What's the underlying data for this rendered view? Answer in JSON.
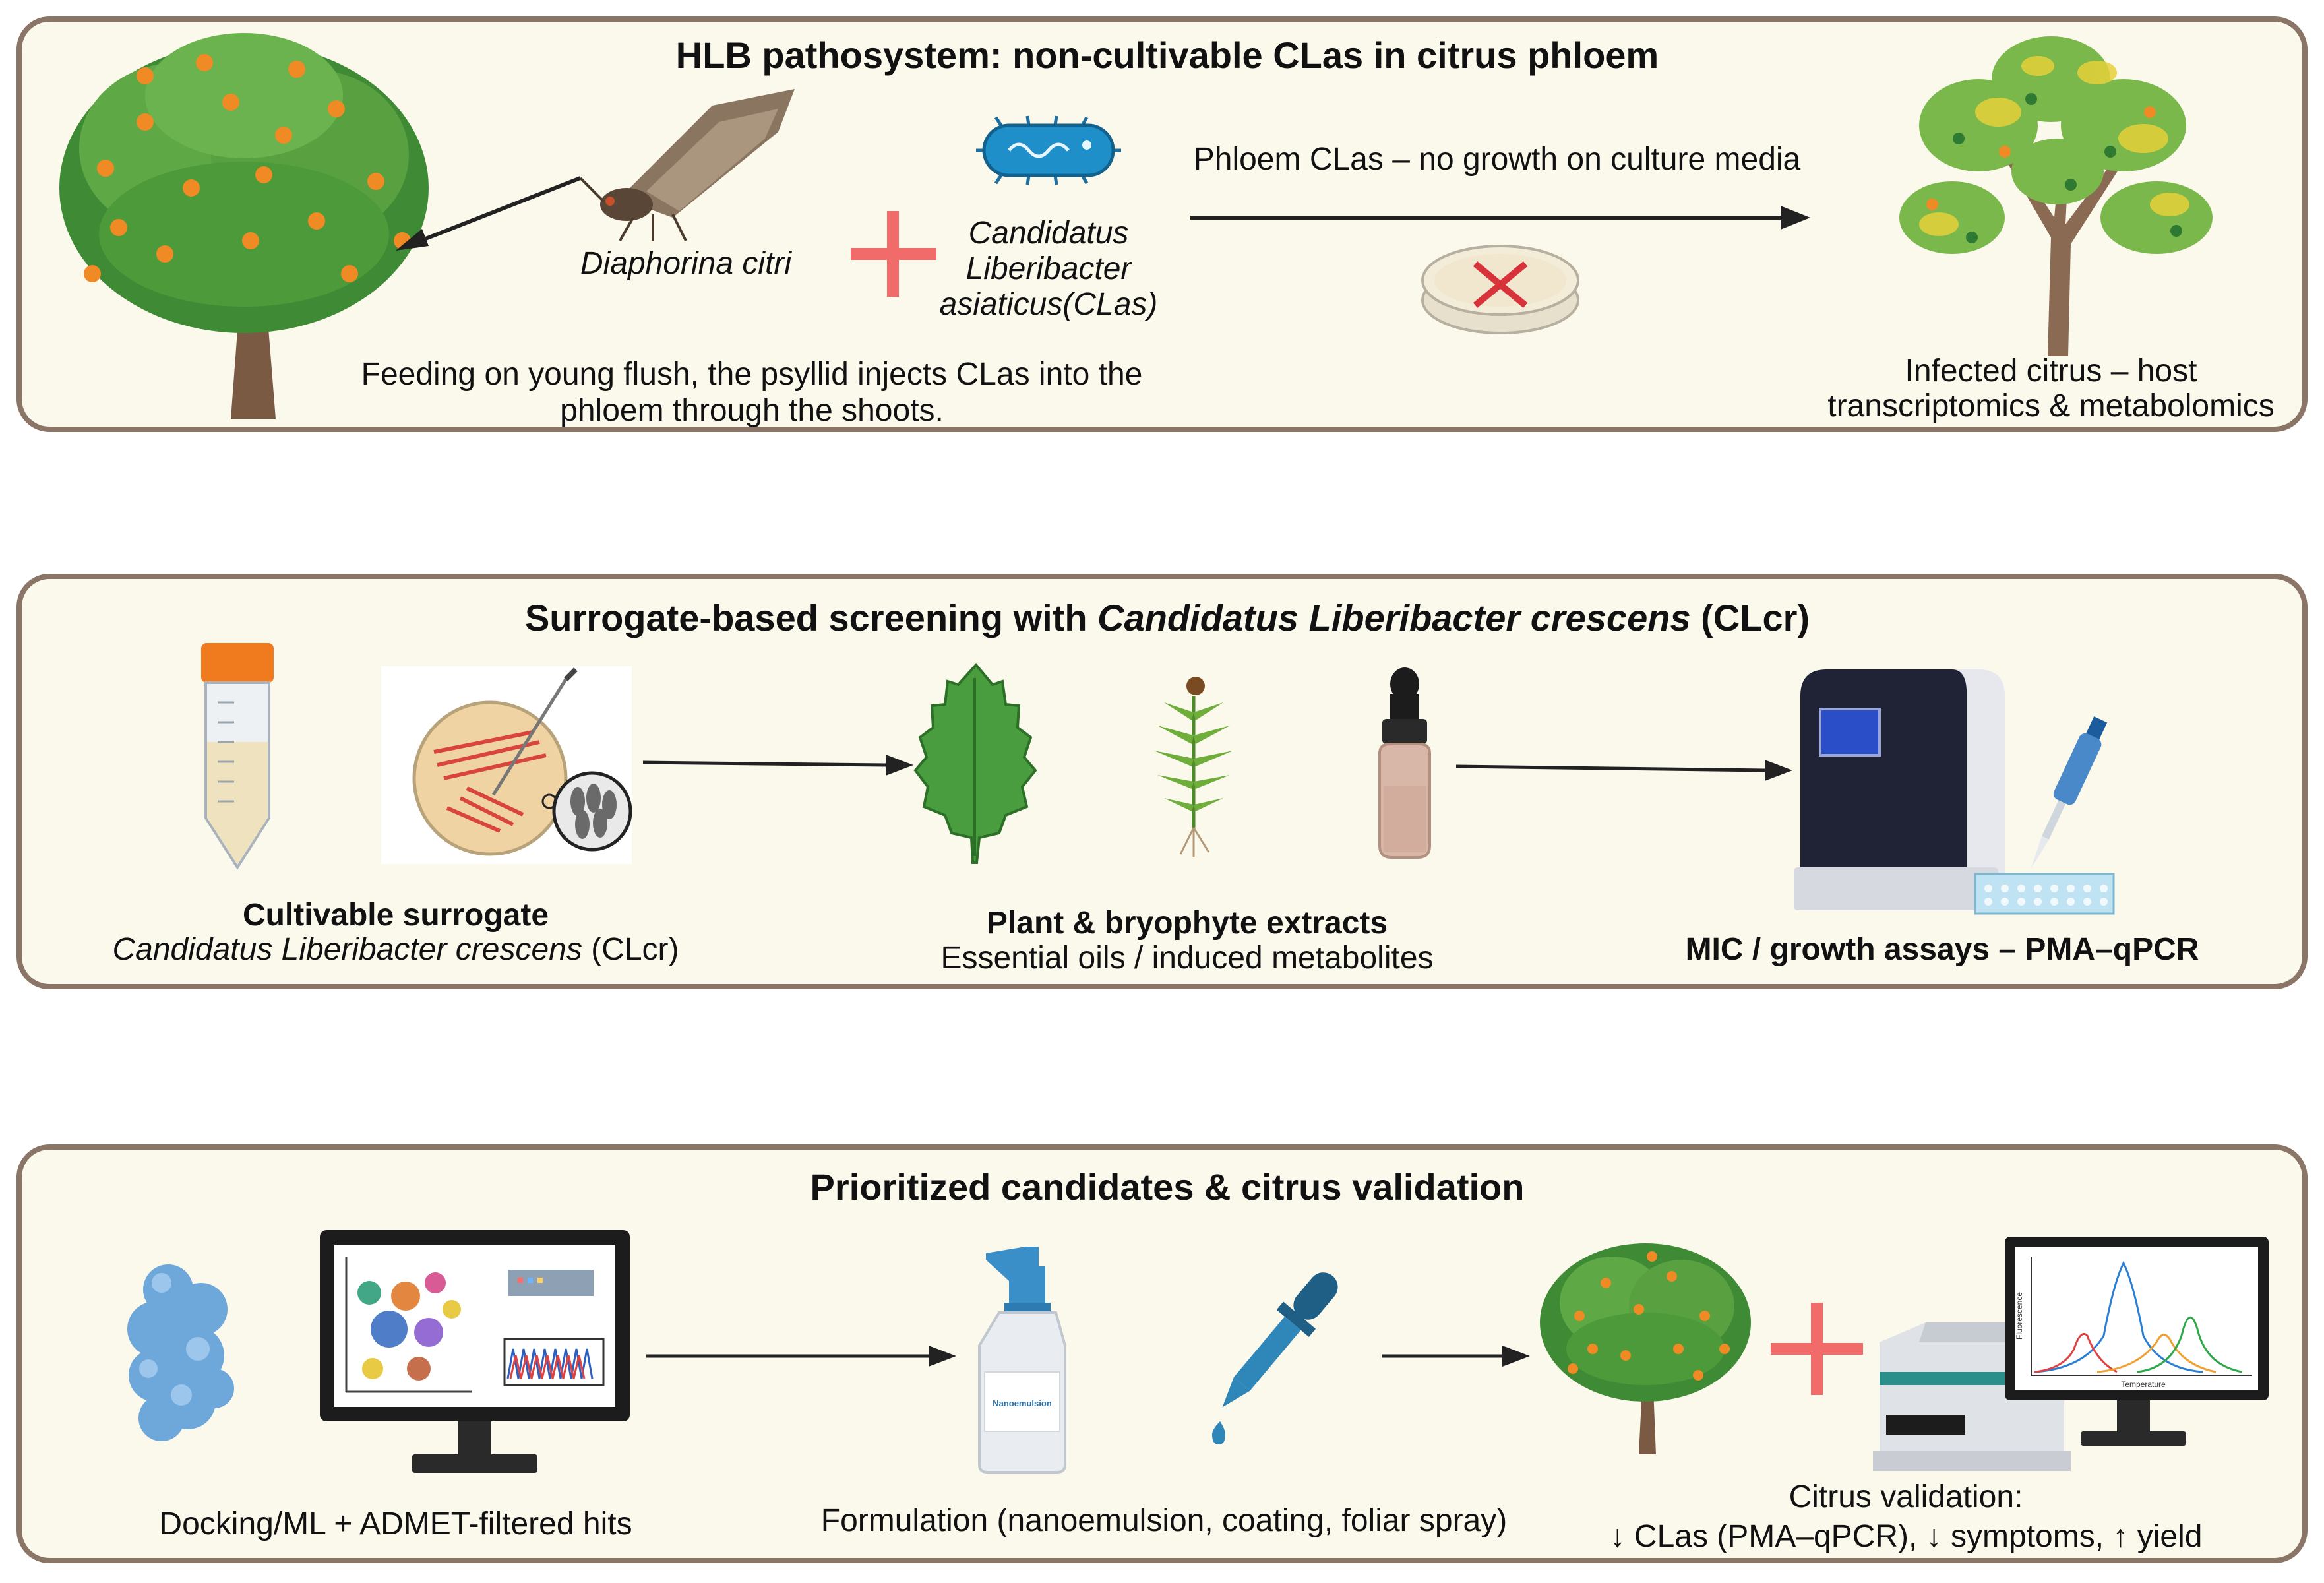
{
  "panel1": {
    "title": "HLB pathosystem: non-cultivable CLas in citrus phloem",
    "insect_label": "Diaphorina citri",
    "bacterium_label_line1": "Candidatus",
    "bacterium_label_line2": "Liberibacter",
    "bacterium_label_line3": "asiaticus(CLas)",
    "arrow_label": "Phloem CLas – no growth on culture media",
    "feeding_line1": "Feeding on young flush, the psyllid injects CLas into the",
    "feeding_line2": "phloem through the shoots.",
    "infected_line1": "Infected citrus – host",
    "infected_line2": "transcriptomics & metabolomics"
  },
  "panel2": {
    "title_prefix": "Surrogate-based screening with ",
    "title_italic": "Candidatus Liberibacter crescens",
    "title_suffix": " (CLcr)",
    "surrogate_heading": "Cultivable surrogate",
    "surrogate_italic": "Candidatus Liberibacter crescens",
    "surrogate_suffix": " (CLcr)",
    "extracts_heading": "Plant & bryophyte extracts",
    "extracts_sub": "Essential oils / induced metabolites",
    "assay_label": "MIC / growth assays – PMA–qPCR"
  },
  "panel3": {
    "title": "Prioritized candidates & citrus validation",
    "docking_label": "Docking/ML + ADMET-filtered hits",
    "bottle_label": "Nanoemulsion",
    "formulation_label": "Formulation (nanoemulsion, coating, foliar spray)",
    "chart_ylabel": "Fluorescence",
    "chart_xlabel": "Temperature",
    "validation_line1": "Citrus validation:",
    "validation_line2": "↓ CLas (PMA–qPCR), ↓ symptoms, ↑ yield"
  },
  "colors": {
    "border": "#8a7566",
    "panel_bg": "#fbf8ec",
    "plus": "#f26b6b",
    "leaf_green": "#4c9a3c",
    "orange_fruit": "#f08a24"
  }
}
